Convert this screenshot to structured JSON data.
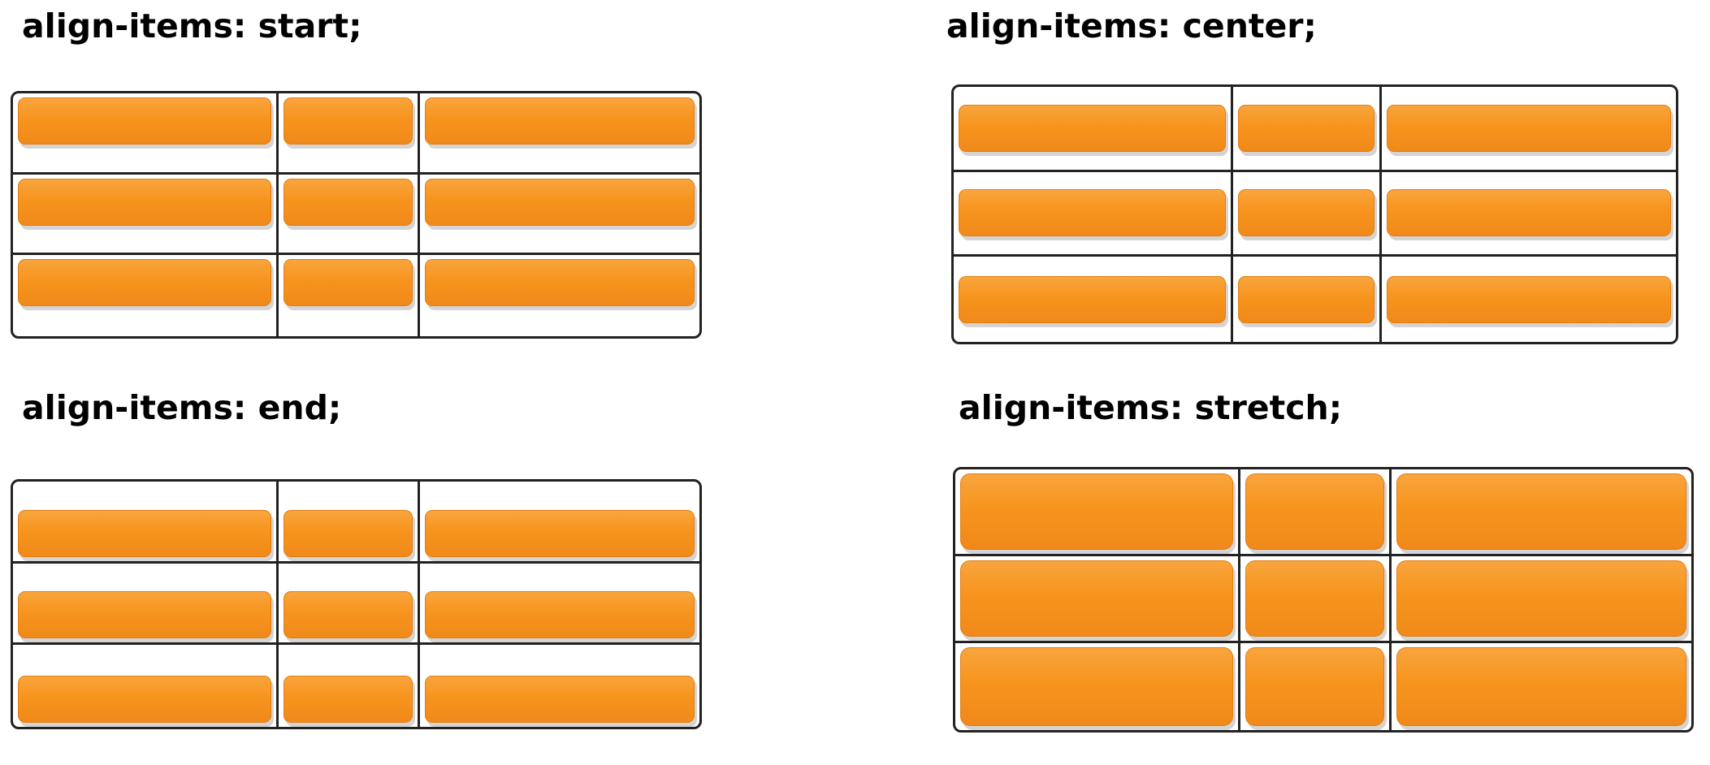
{
  "panels": [
    {
      "id": "start",
      "title": "align-items: start;"
    },
    {
      "id": "center",
      "title": "align-items: center;"
    },
    {
      "id": "end",
      "title": "align-items: end;"
    },
    {
      "id": "stretch",
      "title": "align-items: stretch;"
    }
  ],
  "grid": {
    "rows": 3,
    "columns": 3
  },
  "colors": {
    "item_fill": "#f7941d",
    "grid_line": "#222222",
    "background": "#ffffff",
    "title_text": "#000000"
  }
}
